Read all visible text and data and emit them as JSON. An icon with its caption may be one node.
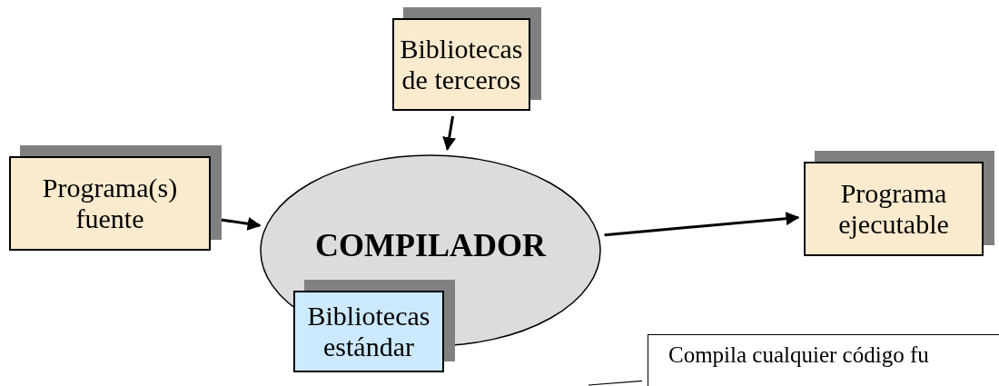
{
  "diagram": {
    "nodes": [
      {
        "text": [
          "Bibliotecas de terceros"
        ]
      },
      {
        "text": [
          "Programa(s) fuente"
        ]
      },
      {
        "text": [
          "COMPILADOR"
        ]
      },
      {
        "text": [
          "Programa ejecutable"
        ]
      },
      {
        "text": [
          "Bibliotecas estándar"
        ]
      },
      {
        "text": [
          "Compila cualquier código fu"
        ]
      }
    ],
    "edges": [
      {
        "from": 0,
        "to": 2,
        "arrow": "to"
      },
      {
        "from": 1,
        "to": 2,
        "arrow": "to"
      },
      {
        "from": 2,
        "to": 3,
        "arrow": "to"
      },
      {
        "from": 5,
        "to": null,
        "arrow": "none"
      }
    ]
  }
}
